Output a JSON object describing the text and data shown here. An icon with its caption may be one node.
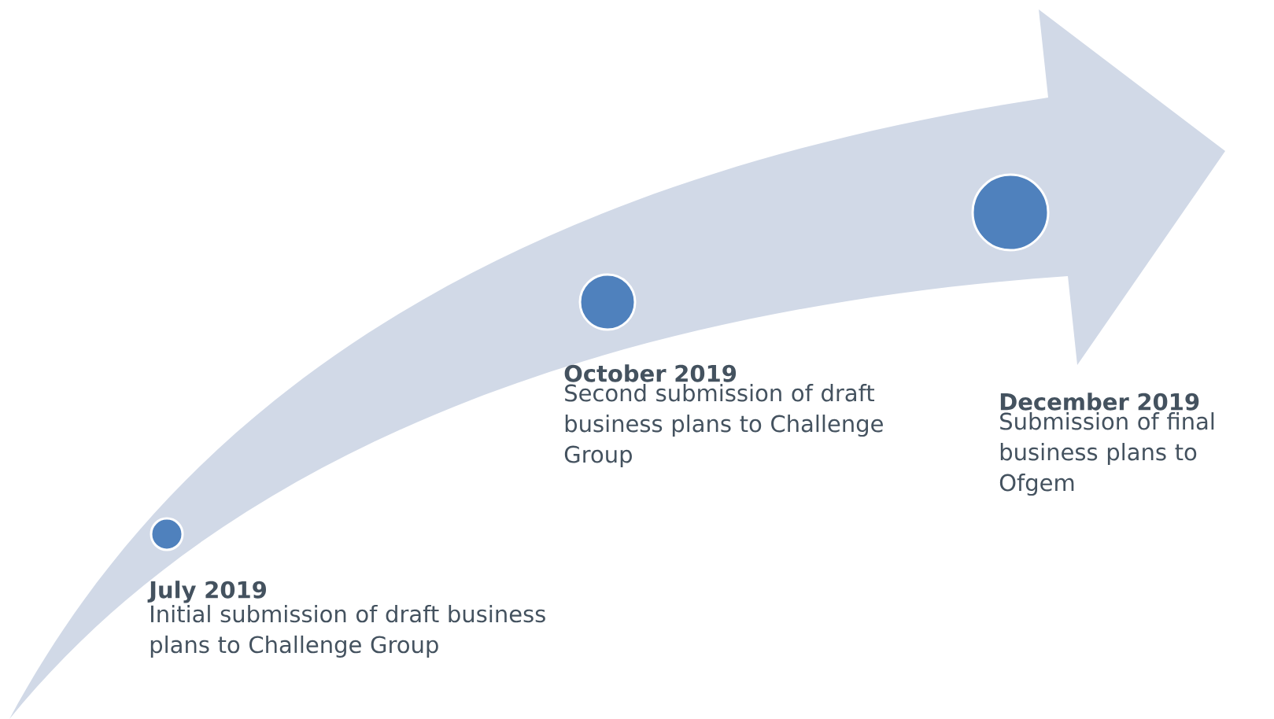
{
  "diagram": {
    "nodes": [
      {
        "text": [],
        "shape": "circle",
        "beside": [
          "July 2019",
          "Initial submission of draft business plans to Challenge Group"
        ]
      },
      {
        "text": [],
        "shape": "circle",
        "beside": [
          "October 2019",
          "Second submission of draft business plans to Challenge Group"
        ]
      },
      {
        "text": [],
        "shape": "circle",
        "beside": [
          "December 2019",
          "Submission of final business plans to Ofgem"
        ]
      }
    ]
  }
}
